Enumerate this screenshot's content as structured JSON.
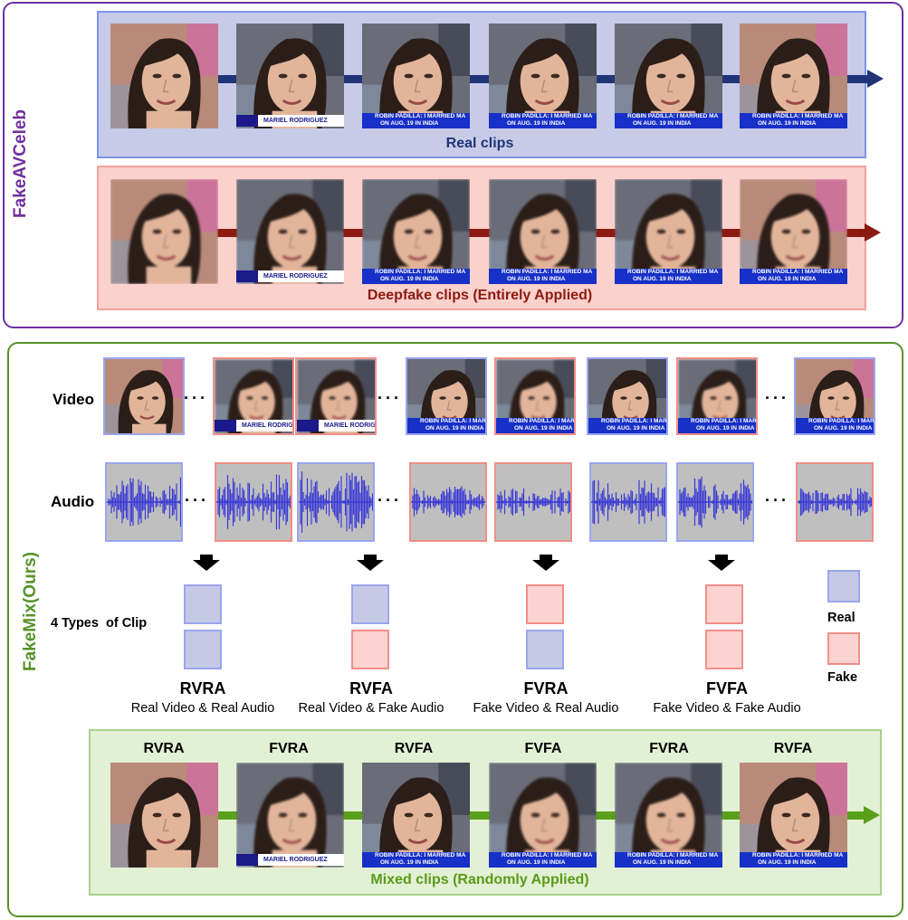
{
  "top_section": {
    "title": "FakeAVCeleb",
    "title_color": "#7030a0",
    "real_row": {
      "caption": "Real clips",
      "caption_color": "#1f3578",
      "bg": "#c7cbe7",
      "border": "#7f95ef"
    },
    "fake_row": {
      "caption": "Deepfake clips (Entirely Applied)",
      "caption_color": "#8b1a10",
      "bg": "#fbd1cd",
      "border": "#f3a29a"
    }
  },
  "bottom_section": {
    "title": "FakeMix(Ours)",
    "title_color": "#58922a",
    "video_label": "Video",
    "audio_label": "Audio",
    "types_label": "4 Types  of Clip",
    "legend": {
      "real": "Real",
      "fake": "Fake"
    },
    "types": [
      {
        "code": "RVRA",
        "desc": "Real Video & Real Audio"
      },
      {
        "code": "RVFA",
        "desc": "Real Video & Fake Audio"
      },
      {
        "code": "FVRA",
        "desc": "Fake Video & Real Audio"
      },
      {
        "code": "FVFA",
        "desc": "Fake Video & Fake Audio"
      }
    ],
    "mixed_row": {
      "caption": "Mixed clips (Randomly Applied)",
      "caption_color": "#5a9a1a",
      "bg": "#e2f0d4",
      "border": "#a9d18e",
      "labels": [
        "RVRA",
        "FVRA",
        "RVFA",
        "FVFA",
        "FVRA",
        "RVFA"
      ]
    }
  },
  "tickers": {
    "name": "MARIEL RODRIGUEZ",
    "headline_1": "ROBIN PADILLA: I MARRIED MA",
    "headline_2": "ON AUG. 19 IN INDIA"
  },
  "colors": {
    "real_arrow": "#1f3578",
    "fake_arrow": "#8b1a10",
    "mixed_arrow": "#5aa01a",
    "real_frame": "#9aa6ef",
    "fake_frame": "#f08f88",
    "waveform": "#3a3ad6"
  }
}
